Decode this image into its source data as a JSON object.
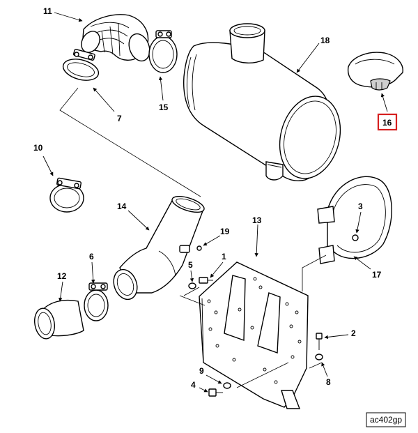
{
  "callouts": [
    {
      "id": "1",
      "text": "1"
    },
    {
      "id": "2",
      "text": "2"
    },
    {
      "id": "3",
      "text": "3"
    },
    {
      "id": "4",
      "text": "4"
    },
    {
      "id": "5",
      "text": "5"
    },
    {
      "id": "6",
      "text": "6"
    },
    {
      "id": "7",
      "text": "7"
    },
    {
      "id": "8",
      "text": "8"
    },
    {
      "id": "9",
      "text": "9"
    },
    {
      "id": "10",
      "text": "10"
    },
    {
      "id": "11",
      "text": "11"
    },
    {
      "id": "12",
      "text": "12"
    },
    {
      "id": "13",
      "text": "13"
    },
    {
      "id": "14",
      "text": "14"
    },
    {
      "id": "15",
      "text": "15"
    },
    {
      "id": "16",
      "text": "16"
    },
    {
      "id": "17",
      "text": "17"
    },
    {
      "id": "18",
      "text": "18"
    },
    {
      "id": "19",
      "text": "19"
    }
  ],
  "highlighted_callout": "16",
  "highlight_color": "#d61f1f",
  "reference_code": "ac402gp"
}
